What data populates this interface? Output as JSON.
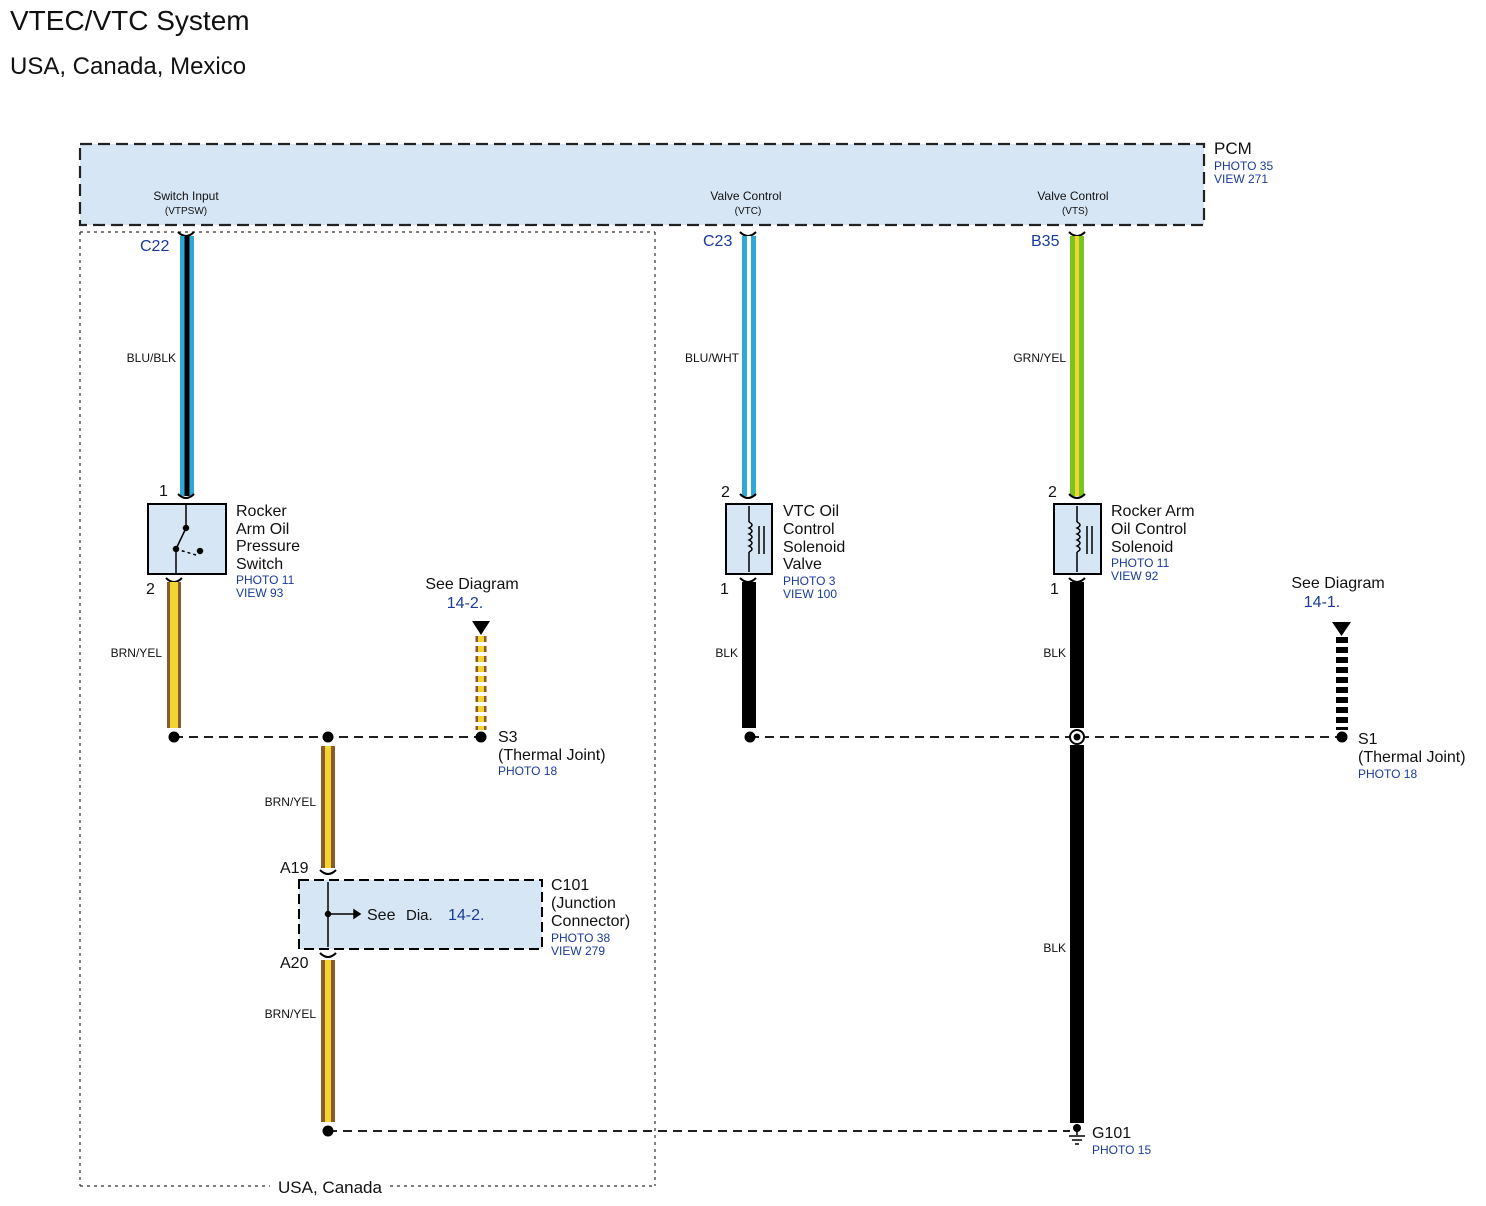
{
  "title": "VTEC/VTC System",
  "subtitle": "USA, Canada, Mexico",
  "colors": {
    "box_fill": "#d6e6f5",
    "link_blue": "#1a3a9a",
    "wire_blu": "#2fa8d8",
    "wire_grn": "#7ac421",
    "wire_yel": "#f2d531",
    "wire_brn": "#8a5a2b",
    "wire_blk": "#000000"
  },
  "pcm": {
    "name": "PCM",
    "photo": "PHOTO 35",
    "view": "VIEW 271",
    "pins": [
      {
        "label": "Switch Input",
        "signal": "(VTPSW)",
        "connector": "C22"
      },
      {
        "label": "Valve Control",
        "signal": "(VTC)",
        "connector": "C23"
      },
      {
        "label": "Valve Control",
        "signal": "(VTS)",
        "connector": "B35"
      }
    ]
  },
  "wires": {
    "blu_blk": "BLU/BLK",
    "blu_wht": "BLU/WHT",
    "grn_yel": "GRN/YEL",
    "brn_yel_1": "BRN/YEL",
    "brn_yel_2": "BRN/YEL",
    "brn_yel_3": "BRN/YEL",
    "blk_1": "BLK",
    "blk_2": "BLK",
    "blk_3": "BLK"
  },
  "components": {
    "rocker_switch": {
      "name_lines": [
        "Rocker",
        "Arm Oil",
        "Pressure",
        "Switch"
      ],
      "photo": "PHOTO 11",
      "view": "VIEW 93",
      "pin_top": "1",
      "pin_bottom": "2"
    },
    "vtc_valve": {
      "name_lines": [
        "VTC Oil",
        "Control",
        "Solenoid",
        "Valve"
      ],
      "photo": "PHOTO 3",
      "view": "VIEW 100",
      "pin_top": "2",
      "pin_bottom": "1"
    },
    "rocker_solenoid": {
      "name_lines": [
        "Rocker Arm",
        "Oil Control",
        "Solenoid"
      ],
      "photo": "PHOTO 11",
      "view": "VIEW 92",
      "pin_top": "2",
      "pin_bottom": "1"
    },
    "c101": {
      "name_lines": [
        "C101",
        "(Junction",
        "Connector)"
      ],
      "photo": "PHOTO 38",
      "view": "VIEW 279",
      "pin_top": "A19",
      "pin_bottom": "A20",
      "see_text": "See",
      "dia_text": "Dia.",
      "dia_ref": "14-2."
    }
  },
  "references": {
    "s3": {
      "see": "See Diagram",
      "ref": "14-2.",
      "name": "S3",
      "desc": "(Thermal Joint)",
      "photo": "PHOTO 18"
    },
    "s1": {
      "see": "See Diagram",
      "ref": "14-1.",
      "name": "S1",
      "desc": "(Thermal Joint)",
      "photo": "PHOTO 18"
    }
  },
  "ground": {
    "name": "G101",
    "photo": "PHOTO 15"
  },
  "region_label": "USA, Canada"
}
